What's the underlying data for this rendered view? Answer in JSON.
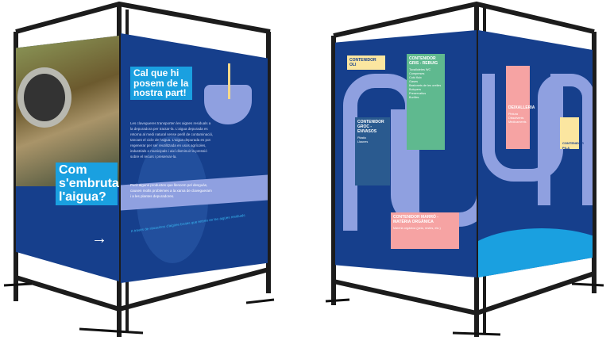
{
  "left_stand": {
    "front_panel": {
      "title": "Com s'embruta l'aigua?",
      "arrow": "→"
    },
    "side_panel": {
      "title": "Cal que hi posem de la nostra part!",
      "body": "Les clavegueres transporten les aigües residuals a la depuradora per tractar-la. L'aigua depurada es retorna al medi natural sense perill de contaminació, tancant el cicle de l'aigua. L'aigua depurada es pot regenerar per ser reutilitzada en usos agrícoles, industrials o municipals i així disminuir la pressió sobre el recurs i preservar-la.",
      "band_text": "Però alguns productes que llencem pel desguàs, causen molts problemes a la xarxa de clavegueram i a les plantes depuradores.",
      "wave_text": "A través de situacions d'aigües brutes que entren en les aigües residuals"
    }
  },
  "right_stand": {
    "labels": [
      {
        "title": "CONTENIDOR OLI",
        "color": "#fbe6a0"
      },
      {
        "title": "CONTENIDOR GRIS - REBUIG",
        "color": "#5fb98f",
        "items": [
          "Tovalloletes WC",
          "Compreses",
          "Cotó fluix",
          "Gases",
          "Bastonets de les orelles",
          "Bolquers",
          "Preservatius",
          "Burilles"
        ]
      },
      {
        "title": "CONTENIDOR GROC - ENVASOS",
        "color": "#2a5a8f",
        "items": [
          "Plàstic",
          "Llaunes"
        ]
      },
      {
        "title": "CONTENIDOR MARRÓ - MATÈRIA ORGÀNICA",
        "color": "#f6a3a3",
        "items": [
          "Matèria orgànica (pela, restes, etc.)"
        ]
      },
      {
        "title": "DEIXALLERIA",
        "color": "#f6a3a3",
        "items": [
          "Pintura",
          "Dissolvents",
          "Medicaments"
        ]
      },
      {
        "title": "CONTENIDOR PILA",
        "color": "#fbe6a0"
      }
    ]
  }
}
